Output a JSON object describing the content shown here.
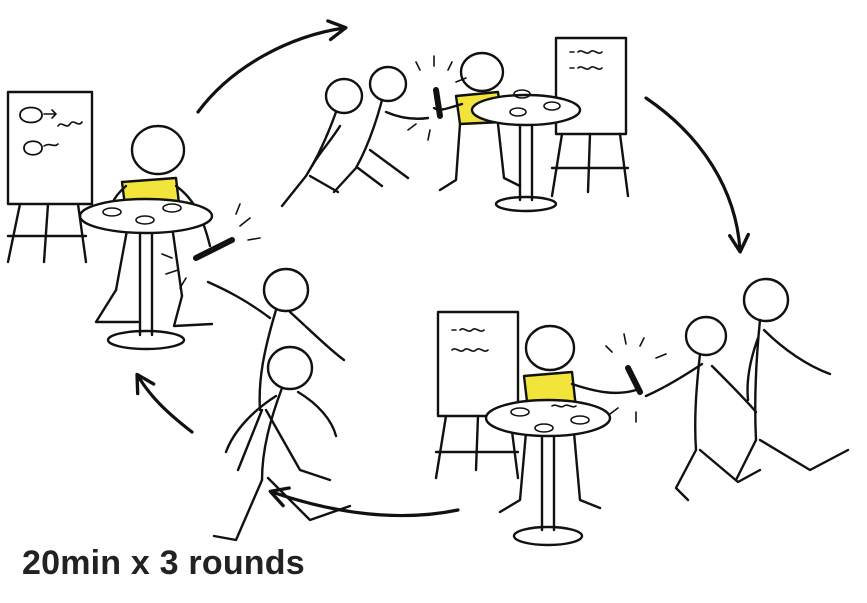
{
  "caption": "20min x 3 rounds",
  "colors": {
    "ink": "#111111",
    "shirt": "#f2e43a",
    "background": "#ffffff",
    "caption": "#222222"
  },
  "scenes": [
    {
      "position": "left",
      "seated_figure": "host",
      "handoff": "marker-pen",
      "visitors": 2
    },
    {
      "position": "top",
      "seated_figure": "host",
      "handoff": "marker-pen",
      "visitors": 2
    },
    {
      "position": "bottom-right",
      "seated_figure": "host",
      "handoff": "marker-pen",
      "visitors": 2
    }
  ],
  "flow": [
    "arrow-top-left",
    "arrow-right",
    "arrow-bottom",
    "arrow-left"
  ]
}
